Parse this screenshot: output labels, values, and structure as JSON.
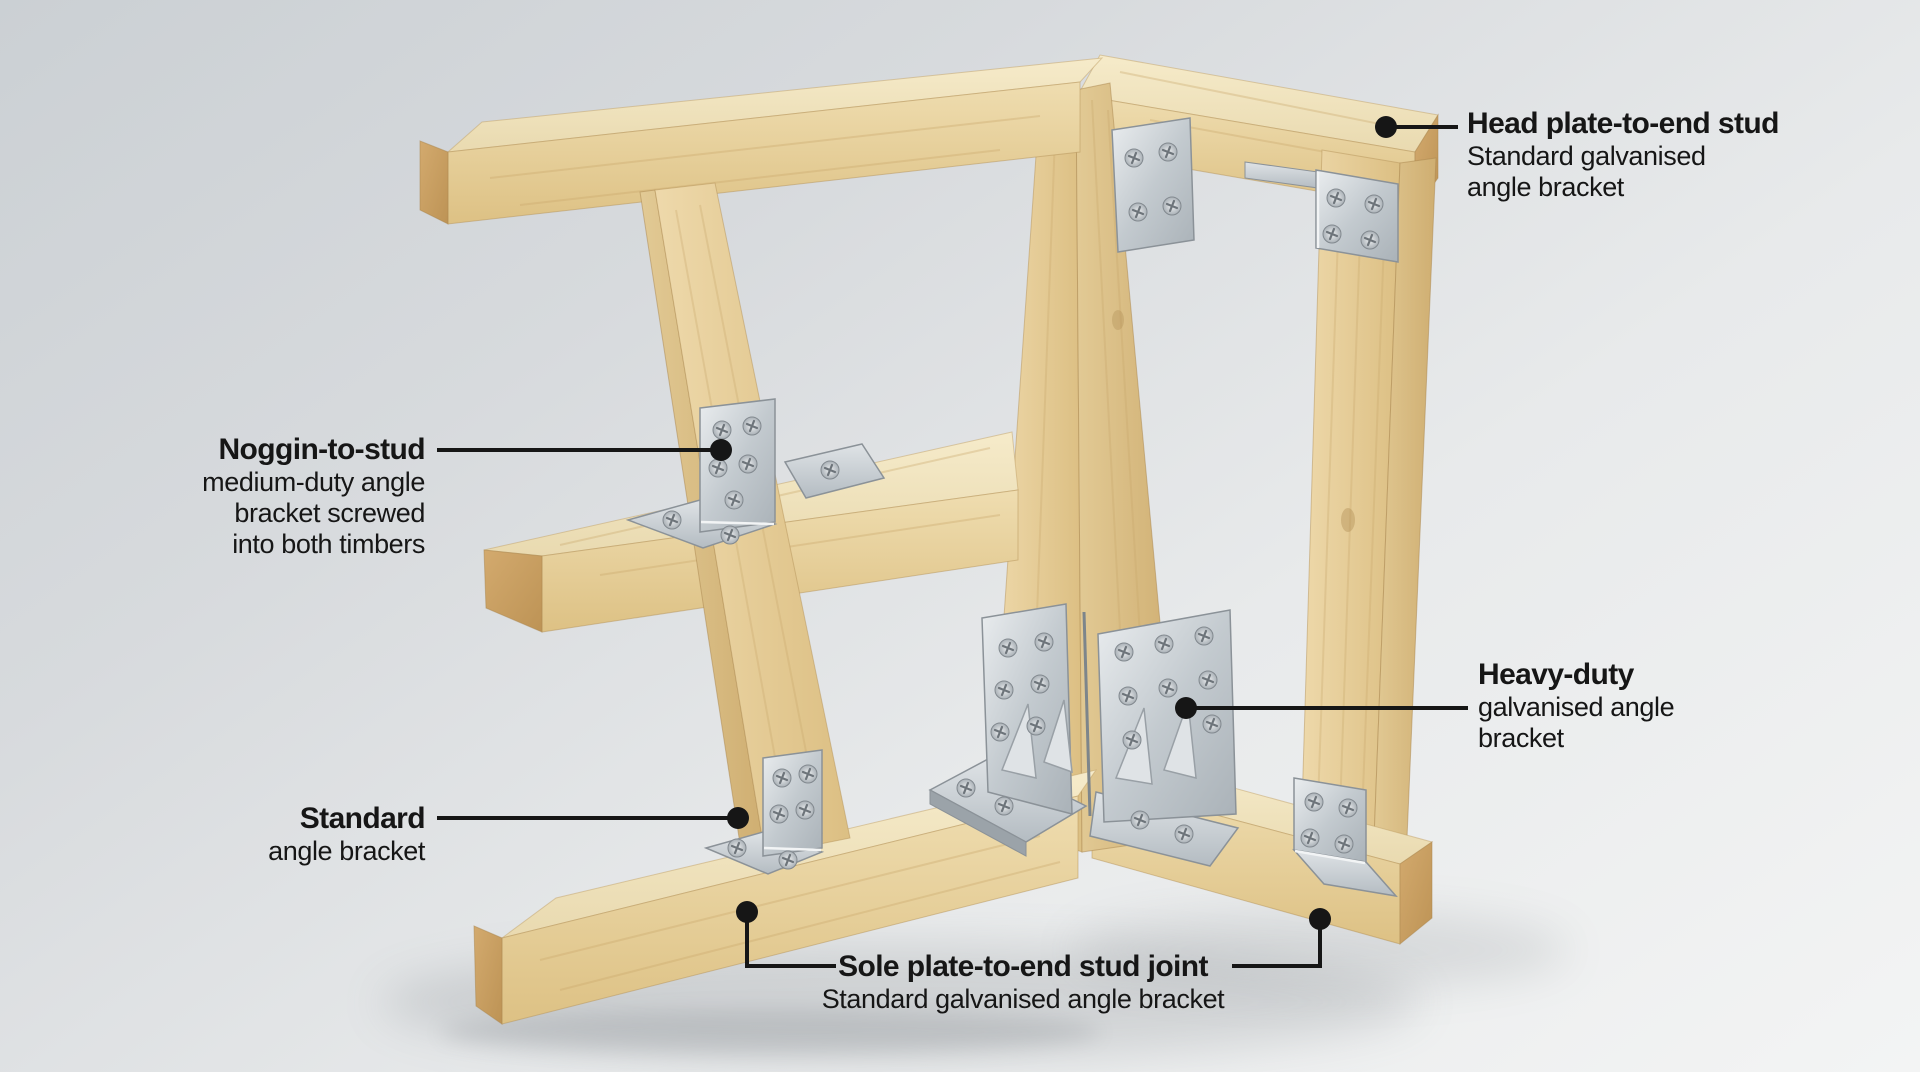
{
  "labels": {
    "head_plate": {
      "title": "Head plate-to-end stud",
      "lines": [
        "Standard galvanised",
        "angle bracket"
      ]
    },
    "noggin": {
      "title": "Noggin-to-stud",
      "lines": [
        "medium-duty angle",
        "bracket screwed",
        "into both timbers"
      ]
    },
    "heavy_duty": {
      "title": "Heavy-duty",
      "lines": [
        "galvanised angle",
        "bracket"
      ]
    },
    "standard": {
      "title": "Standard",
      "lines": [
        "angle bracket"
      ]
    },
    "sole_plate": {
      "title": "Sole plate-to-end stud joint",
      "lines": [
        "Standard galvanised angle bracket"
      ]
    }
  },
  "colors": {
    "text": "#161616",
    "leader": "#161616",
    "wood_face": "#e9d5a5",
    "wood_top": "#f2e6c2",
    "wood_end": "#c9a164",
    "metal": "#c6ccd1",
    "metal_highlight": "#eceef0",
    "background_top": "#cbd0d4",
    "background_bottom": "#f3f4f4"
  }
}
